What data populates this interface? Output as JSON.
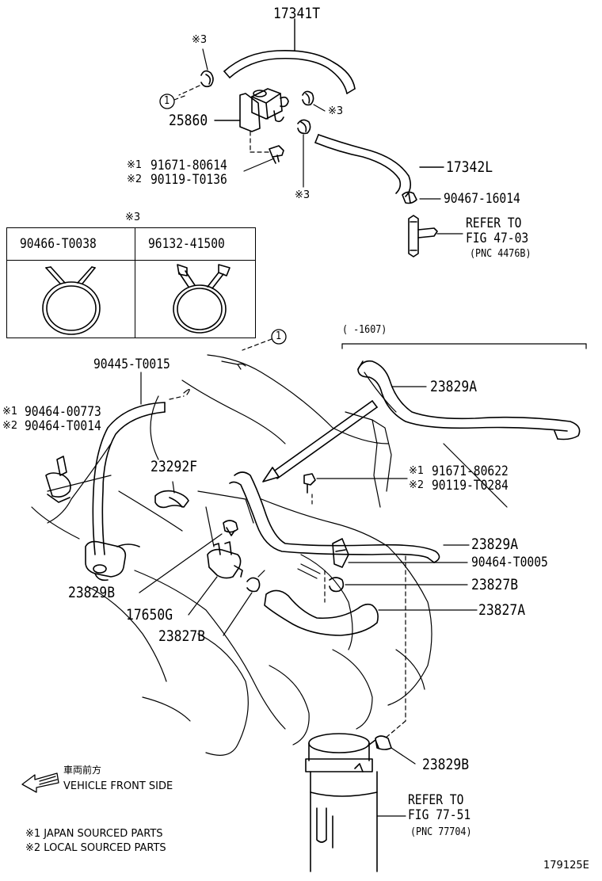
{
  "parts": {
    "p17341T": "17341T",
    "p25860": "25860",
    "p17342L": "17342L",
    "p90467": "90467-16014",
    "p91671_80614": "91671-80614",
    "p90119_T0136": "90119-T0136",
    "p90445": "90445-T0015",
    "p90464_00773": "90464-00773",
    "p90464_T0014": "90464-T0014",
    "p23292F": "23292F",
    "p23829A_top": "23829A",
    "p91671_80622": "91671-80622",
    "p90119_T0284": "90119-T0284",
    "p23829A_mid": "23829A",
    "p90464_T0005": "90464-T0005",
    "p23827B_right": "23827B",
    "p23827A": "23827A",
    "p23829B_left": "23829B",
    "p17650G": "17650G",
    "p23827B_left": "23827B",
    "p23829B_bottom": "23829B"
  },
  "marks": {
    "m3_top": "※3",
    "m3_right": "※3",
    "m3_bottom": "※3",
    "m3_table": "※3",
    "m1_a": "※1",
    "m2_a": "※2",
    "m1_b": "※1",
    "m2_b": "※2",
    "m1_c": "※1",
    "m2_c": "※2",
    "circle1_top": "1",
    "circle1_mid": "1"
  },
  "refs": {
    "ref1_line1": "REFER TO",
    "ref1_line2": "FIG 47-03",
    "ref1_line3": "(PNC 4476B)",
    "ref2_line1": "REFER TO",
    "ref2_line2": "FIG 77-51",
    "ref2_line3": "(PNC 77704)"
  },
  "date_range": "(    -1607)",
  "table": {
    "col1": "90466-T0038",
    "col2": "96132-41500"
  },
  "legend": {
    "front_jp": "車両前方",
    "front_en": "VEHICLE FRONT SIDE",
    "note1": "※1 JAPAN SOURCED PARTS",
    "note2": "※2 LOCAL SOURCED PARTS"
  },
  "figure_id": "179125E"
}
